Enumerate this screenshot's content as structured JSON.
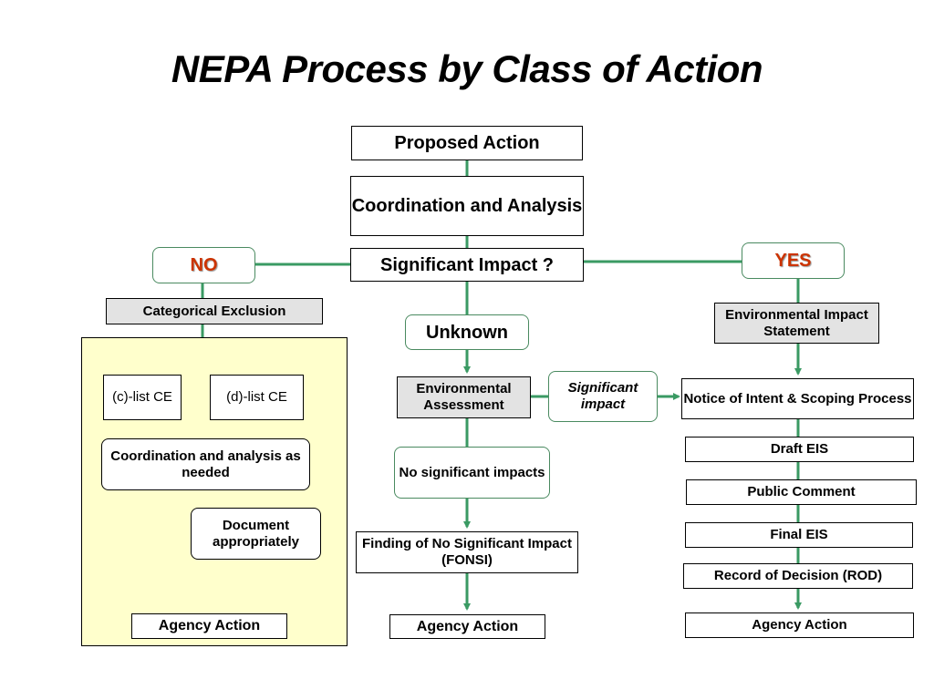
{
  "title": "NEPA Process by Class of Action",
  "nodes": {
    "proposed_action": "Proposed Action",
    "coordination_analysis": "Coordination and Analysis",
    "significant_impact_q": "Significant Impact ?",
    "no": "NO",
    "yes": "YES",
    "unknown": "Unknown",
    "categorical_exclusion": "Categorical Exclusion",
    "c_list_ce": "(c)-list CE",
    "d_list_ce": "(d)-list CE",
    "coordination_as_needed": "Coordination and analysis as needed",
    "document_appropriately": "Document appropriately",
    "agency_action_ce": "Agency Action",
    "environmental_assessment": "Environmental Assessment",
    "significant_impact_label": "Significant impact",
    "no_significant_impacts": "No significant impacts",
    "fonsi": "Finding of No Significant Impact (FONSI)",
    "agency_action_ea": "Agency Action",
    "eis": "Environmental Impact Statement",
    "notice_of_intent": "Notice of Intent & Scoping Process",
    "draft_eis": "Draft EIS",
    "public_comment": "Public Comment",
    "final_eis": "Final EIS",
    "rod": "Record of Decision (ROD)",
    "agency_action_eis": "Agency Action"
  },
  "colors": {
    "connector": "#3a9a63",
    "panel_fill": "#ffffcc",
    "no_yes_text": "#cc3300",
    "grey_box": "#e3e3e3"
  }
}
